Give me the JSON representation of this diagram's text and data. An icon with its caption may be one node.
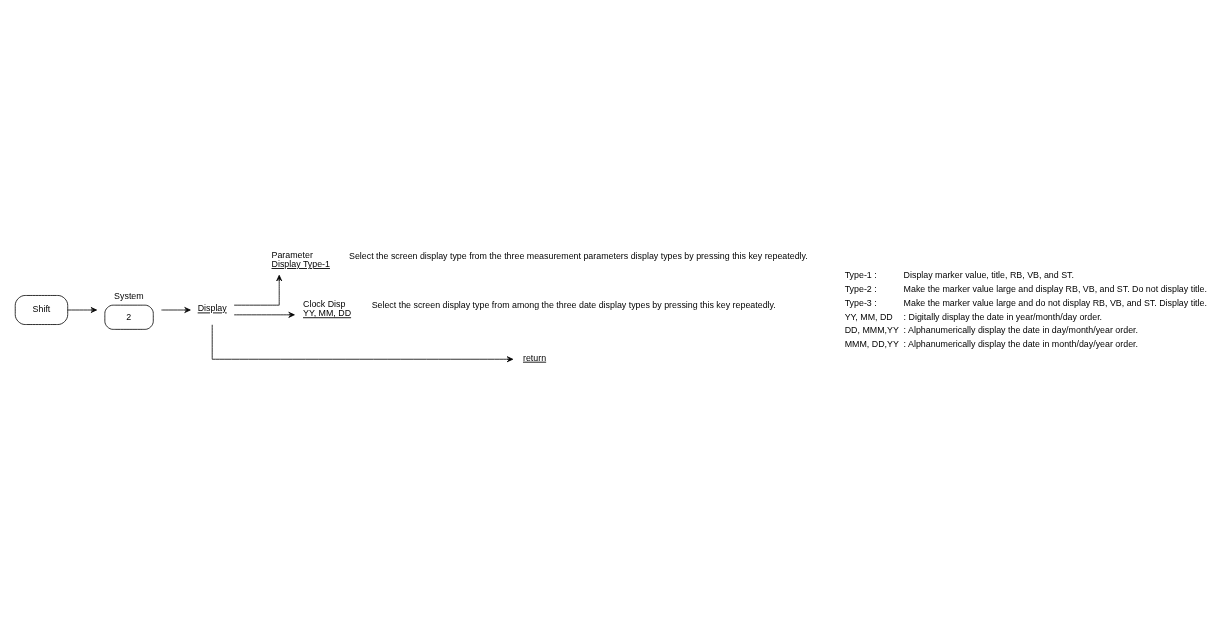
{
  "diagram": {
    "nodes": [
      {
        "text": [
          "Shift"
        ]
      },
      {
        "text": [
          "System",
          "2"
        ]
      },
      {
        "text": [
          "Display"
        ]
      },
      {
        "text": [
          "Parameter",
          "Display Type-1",
          "Select the screen display type from the three measurement parameters display types by pressing this key repeatedly."
        ]
      },
      {
        "text": [
          "Clock Disp",
          "YY, MM, DD",
          "Select the screen display type from among the three date display types by pressing this key repeatedly."
        ]
      },
      {
        "text": [
          "return"
        ]
      }
    ],
    "edges": [
      {
        "from": 0,
        "to": 1,
        "arrow": "to"
      },
      {
        "from": 1,
        "to": 2,
        "arrow": "to"
      },
      {
        "from": 2,
        "to": 3,
        "arrow": "to"
      },
      {
        "from": 2,
        "to": 4,
        "arrow": "to"
      },
      {
        "from": 2,
        "to": 5,
        "arrow": "to"
      }
    ],
    "labels": [
      "Type-1 :",
      "Display marker value, title, RB, VB, and ST.",
      "Type-2 :",
      "Make the marker value large and display RB, VB, and ST. Do not display title.",
      "Type-3 :",
      "Make the marker value large and do not display RB, VB, and ST. Display title.",
      "YY, MM, DD",
      ": Digitally display the date in year/month/day order.",
      "DD, MMM,YY",
      ": Alphanumerically display the date in day/month/year order.",
      "MMM, DD,YY",
      ": Alphanumerically display the date in month/day/year order."
    ]
  }
}
